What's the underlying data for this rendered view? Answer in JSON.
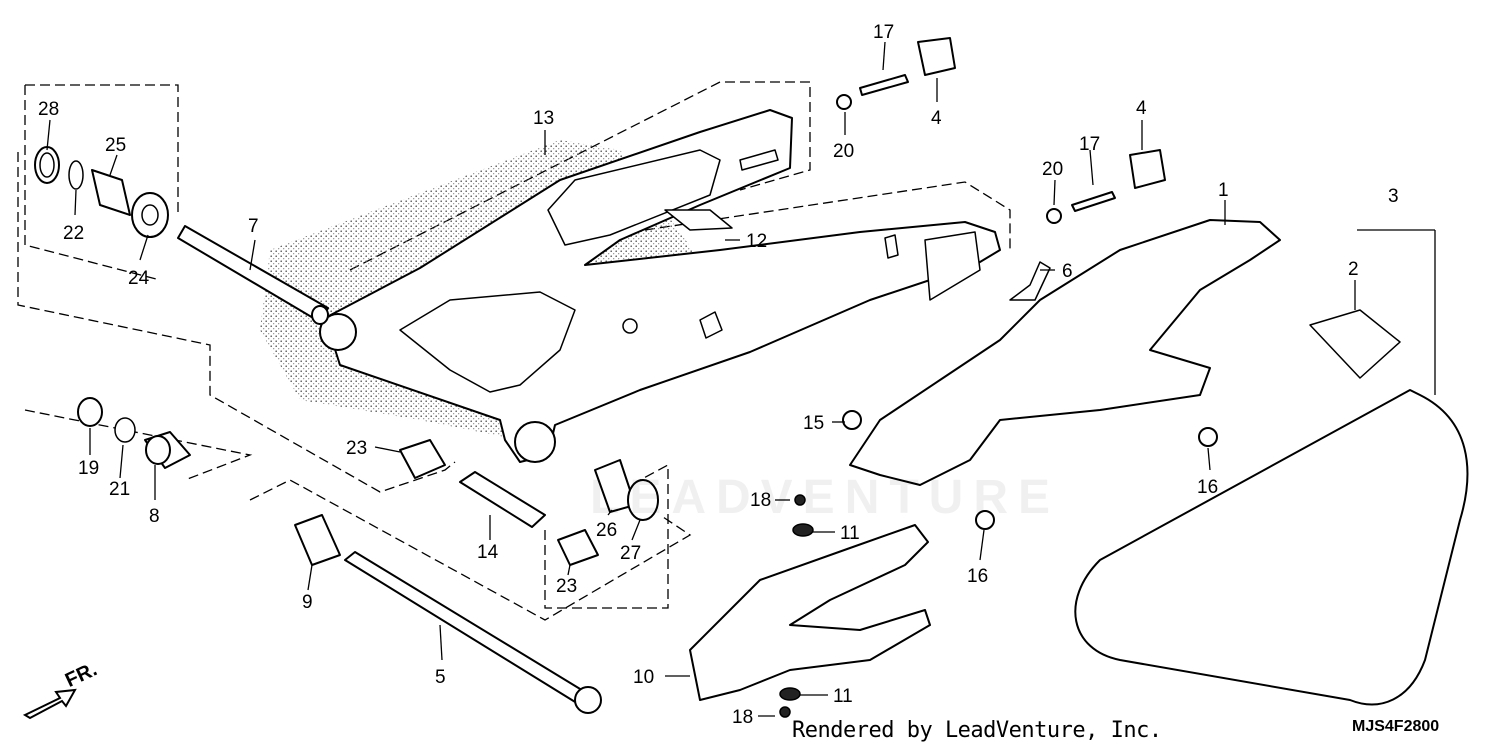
{
  "diagram": {
    "code": "MJS4F2800",
    "credit": "Rendered by LeadVenture, Inc.",
    "watermark": "LEADVENTURE",
    "front_indicator": "FR."
  },
  "callouts": [
    {
      "id": "c1",
      "label": "1"
    },
    {
      "id": "c2",
      "label": "2"
    },
    {
      "id": "c3",
      "label": "3"
    },
    {
      "id": "c4a",
      "label": "4"
    },
    {
      "id": "c4b",
      "label": "4"
    },
    {
      "id": "c5",
      "label": "5"
    },
    {
      "id": "c6",
      "label": "6"
    },
    {
      "id": "c7",
      "label": "7"
    },
    {
      "id": "c8",
      "label": "8"
    },
    {
      "id": "c9",
      "label": "9"
    },
    {
      "id": "c10",
      "label": "10"
    },
    {
      "id": "c11a",
      "label": "11"
    },
    {
      "id": "c11b",
      "label": "11"
    },
    {
      "id": "c12",
      "label": "12"
    },
    {
      "id": "c13",
      "label": "13"
    },
    {
      "id": "c14",
      "label": "14"
    },
    {
      "id": "c15",
      "label": "15"
    },
    {
      "id": "c16a",
      "label": "16"
    },
    {
      "id": "c16b",
      "label": "16"
    },
    {
      "id": "c17a",
      "label": "17"
    },
    {
      "id": "c17b",
      "label": "17"
    },
    {
      "id": "c18a",
      "label": "18"
    },
    {
      "id": "c18b",
      "label": "18"
    },
    {
      "id": "c19",
      "label": "19"
    },
    {
      "id": "c20a",
      "label": "20"
    },
    {
      "id": "c20b",
      "label": "20"
    },
    {
      "id": "c21",
      "label": "21"
    },
    {
      "id": "c22",
      "label": "22"
    },
    {
      "id": "c23a",
      "label": "23"
    },
    {
      "id": "c23b",
      "label": "23"
    },
    {
      "id": "c24",
      "label": "24"
    },
    {
      "id": "c25",
      "label": "25"
    },
    {
      "id": "c26",
      "label": "26"
    },
    {
      "id": "c27",
      "label": "27"
    },
    {
      "id": "c28",
      "label": "28"
    }
  ]
}
